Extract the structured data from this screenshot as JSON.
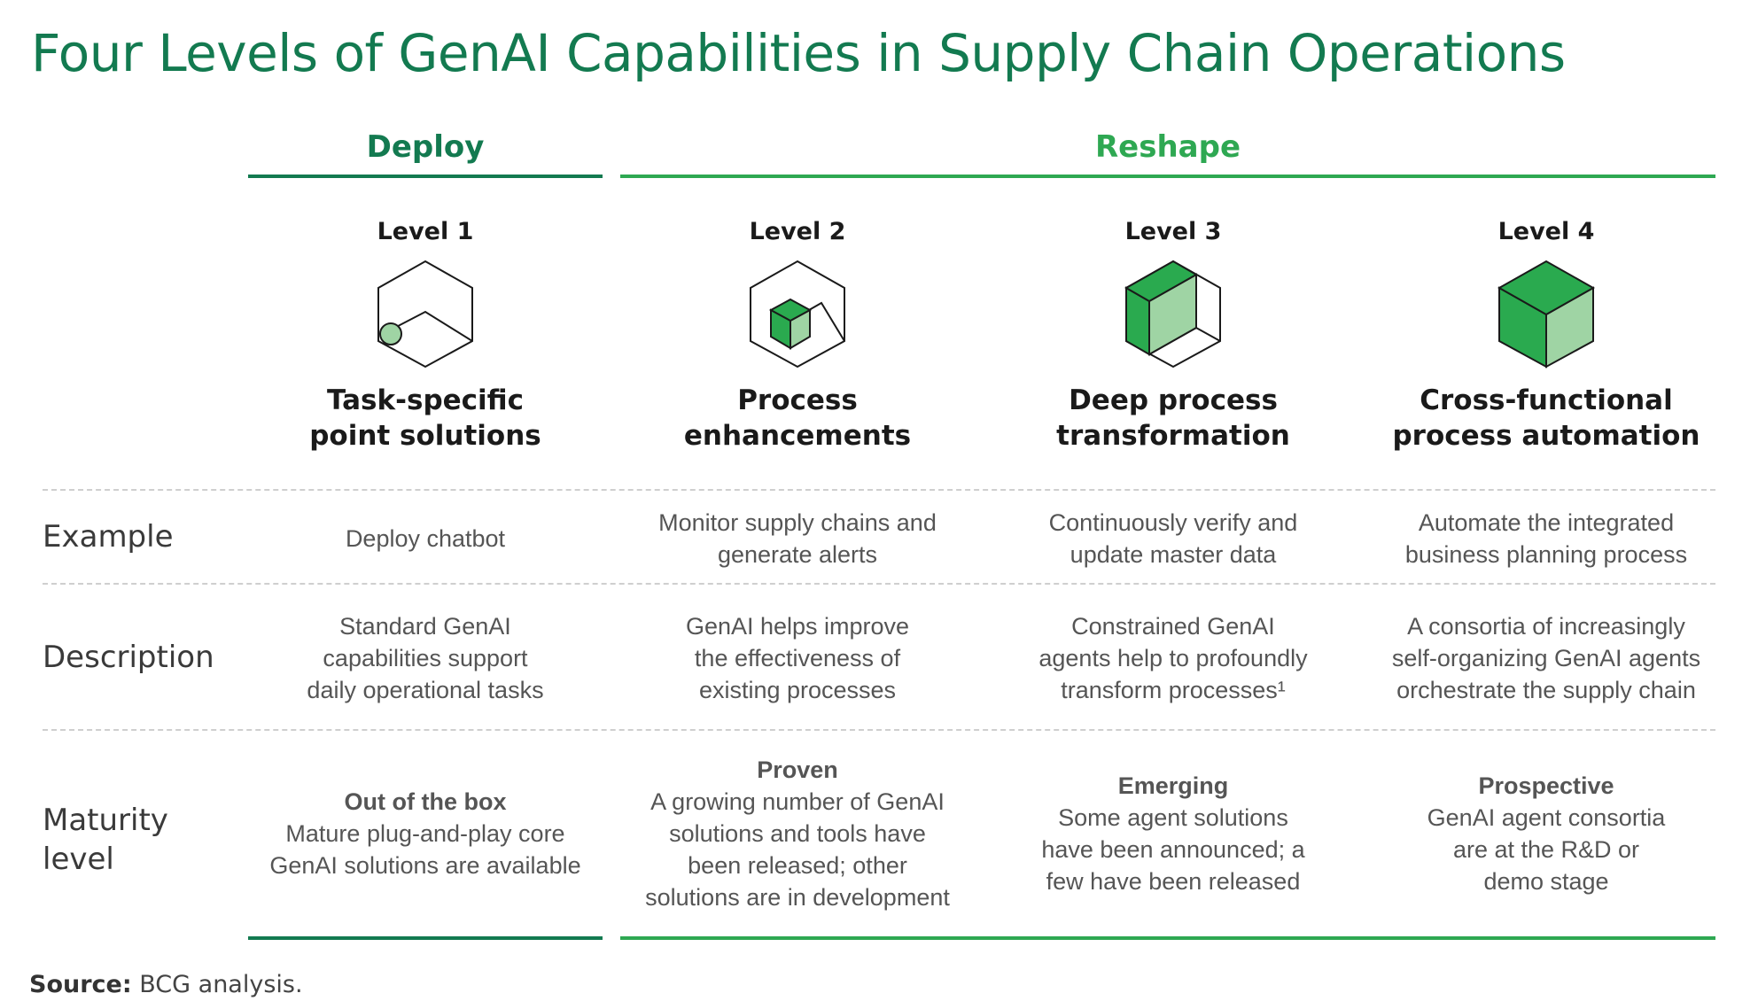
{
  "title": "Four Levels of GenAI Capabilities in Supply Chain Operations",
  "phases": {
    "deploy": "Deploy",
    "reshape": "Reshape"
  },
  "levels": [
    {
      "level": "Level 1",
      "name_line1": "Task-specific",
      "name_line2": "point solutions",
      "icon": "hexagon-cube-dot-icon",
      "example_line1": "Deploy chatbot",
      "example_line2": "",
      "description": [
        "Standard GenAI",
        "capabilities support",
        "daily operational tasks"
      ],
      "maturity_title": "Out of the box",
      "maturity_lines": [
        "Mature plug-and-play core",
        "GenAI solutions are available"
      ]
    },
    {
      "level": "Level 2",
      "name_line1": "Process",
      "name_line2": "enhancements",
      "icon": "hexagon-cube-small-icon",
      "example_line1": "Monitor supply chains and",
      "example_line2": "generate alerts",
      "description": [
        "GenAI helps improve",
        "the effectiveness of",
        "existing processes"
      ],
      "maturity_title": "Proven",
      "maturity_lines": [
        "A growing number of GenAI",
        "solutions and tools have",
        "been released; other",
        "solutions are in development"
      ]
    },
    {
      "level": "Level 3",
      "name_line1": "Deep process",
      "name_line2": "transformation",
      "icon": "hexagon-cube-large-icon",
      "example_line1": "Continuously verify and",
      "example_line2": "update master data",
      "description": [
        "Constrained GenAI",
        "agents help to profoundly",
        "transform processes¹"
      ],
      "maturity_title": "Emerging",
      "maturity_lines": [
        "Some agent solutions",
        "have been announced; a",
        "few have been released"
      ]
    },
    {
      "level": "Level 4",
      "name_line1": "Cross-functional",
      "name_line2": "process automation",
      "icon": "solid-cube-icon",
      "example_line1": "Automate the integrated",
      "example_line2": "business planning process",
      "description": [
        "A consortia of increasingly",
        "self-organizing GenAI agents",
        "orchestrate the supply chain"
      ],
      "maturity_title": "Prospective",
      "maturity_lines": [
        "GenAI agent consortia",
        "are at the R&D or",
        "demo stage"
      ]
    }
  ],
  "row_labels": {
    "example": "Example",
    "description": "Description",
    "maturity_line1": "Maturity",
    "maturity_line2": "level"
  },
  "source": {
    "label": "Source:",
    "text": " BCG analysis."
  },
  "colors": {
    "title": "#137a50",
    "deploy": "#137a50",
    "reshape": "#2ea852",
    "cube_dark": "#2aaa4f",
    "cube_light": "#9fd4a4",
    "outline": "#1a1a1a"
  }
}
